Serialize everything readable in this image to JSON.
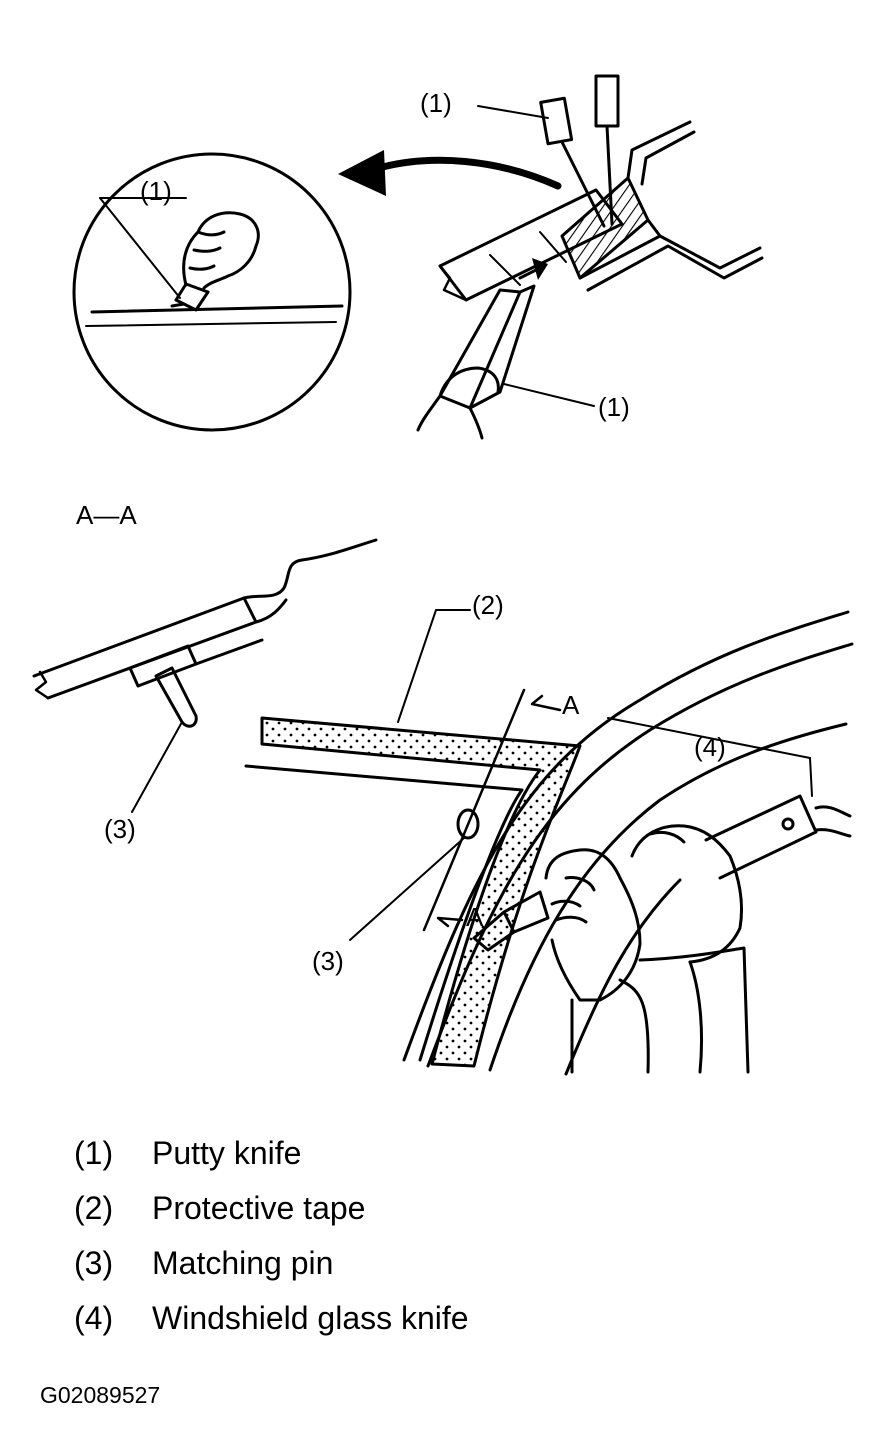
{
  "diagram": {
    "labels": {
      "detail_putty_knife": "(1)",
      "top_putty_knife": "(1)",
      "bottom_putty_knife": "(1)",
      "section_title": "A—A",
      "section_matching_pin": "(3)",
      "protective_tape": "(2)",
      "section_mark_top": "A",
      "section_mark_bottom": "A",
      "matching_pin": "(3)",
      "windshield_glass_knife": "(4)"
    }
  },
  "legend": [
    {
      "num": "(1)",
      "text": "Putty knife"
    },
    {
      "num": "(2)",
      "text": "Protective tape"
    },
    {
      "num": "(3)",
      "text": "Matching pin"
    },
    {
      "num": "(4)",
      "text": "Windshield glass knife"
    }
  ],
  "figure_id": "G02089527"
}
